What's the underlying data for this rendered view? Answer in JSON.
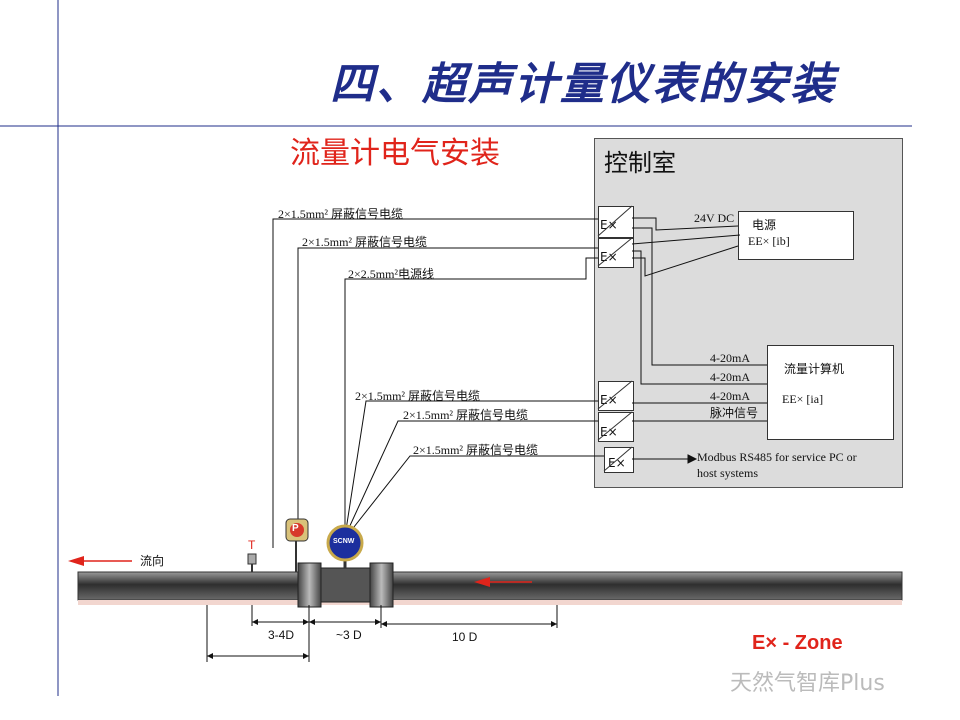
{
  "title": "四、超声计量仪表的安装",
  "subtitle": "流量计电气安装",
  "control_room": {
    "title": "控制室",
    "power": {
      "line1": "电源",
      "line2": "EE×  [ib]",
      "voltage": "24V  DC"
    },
    "computer": {
      "line1": "流量计算机",
      "line2": "EE×  [ia]"
    },
    "signals": [
      "4-20mA",
      "4-20mA",
      "4-20mA",
      "脉冲信号"
    ],
    "modbus_line1": "Modbus RS485 for service PC or",
    "modbus_line2": "host systems",
    "ex_label": "E×"
  },
  "cables": [
    "2×1.5mm²  屏蔽信号电缆",
    "2×1.5mm²  屏蔽信号电缆",
    "2×2.5mm²电源线",
    "2×1.5mm²  屏蔽信号电缆",
    "2×1.5mm²  屏蔽信号电缆",
    "2×1.5mm²  屏蔽信号电缆"
  ],
  "pipe": {
    "flow_label": "流向",
    "t_label": "T",
    "p_label": "P",
    "meter_label": "SCNW",
    "dims": [
      "3-4D",
      "~3 D",
      "10 D"
    ]
  },
  "zone": "E× - Zone",
  "watermark": "天然气智库Plus",
  "colors": {
    "title": "#1f2d8a",
    "subtitle": "#e0241b",
    "arrow": "#e0241b",
    "zone": "#e0241b",
    "meter_blue": "#1c2f9e"
  }
}
